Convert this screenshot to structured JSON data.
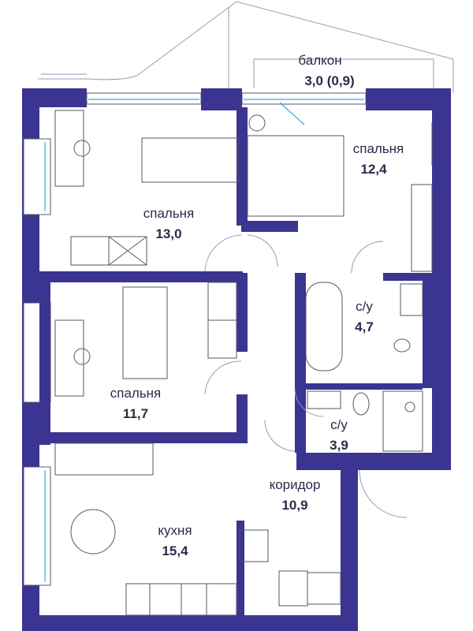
{
  "rooms": [
    {
      "id": "balcony",
      "name": "балкон",
      "area": "3,0 (0,9)"
    },
    {
      "id": "bedroom-1",
      "name": "спальня",
      "area": "13,0"
    },
    {
      "id": "bedroom-2",
      "name": "спальня",
      "area": "12,4"
    },
    {
      "id": "bedroom-3",
      "name": "спальня",
      "area": "11,7"
    },
    {
      "id": "bath-1",
      "name": "с/у",
      "area": "4,7"
    },
    {
      "id": "bath-2",
      "name": "с/у",
      "area": "3,9"
    },
    {
      "id": "corridor",
      "name": "коридор",
      "area": "10,9"
    },
    {
      "id": "kitchen",
      "name": "кухня",
      "area": "15,4"
    }
  ],
  "colors": {
    "wall": "#3b3591",
    "glass": "#39a9e0",
    "text": "#2a2a4a"
  }
}
